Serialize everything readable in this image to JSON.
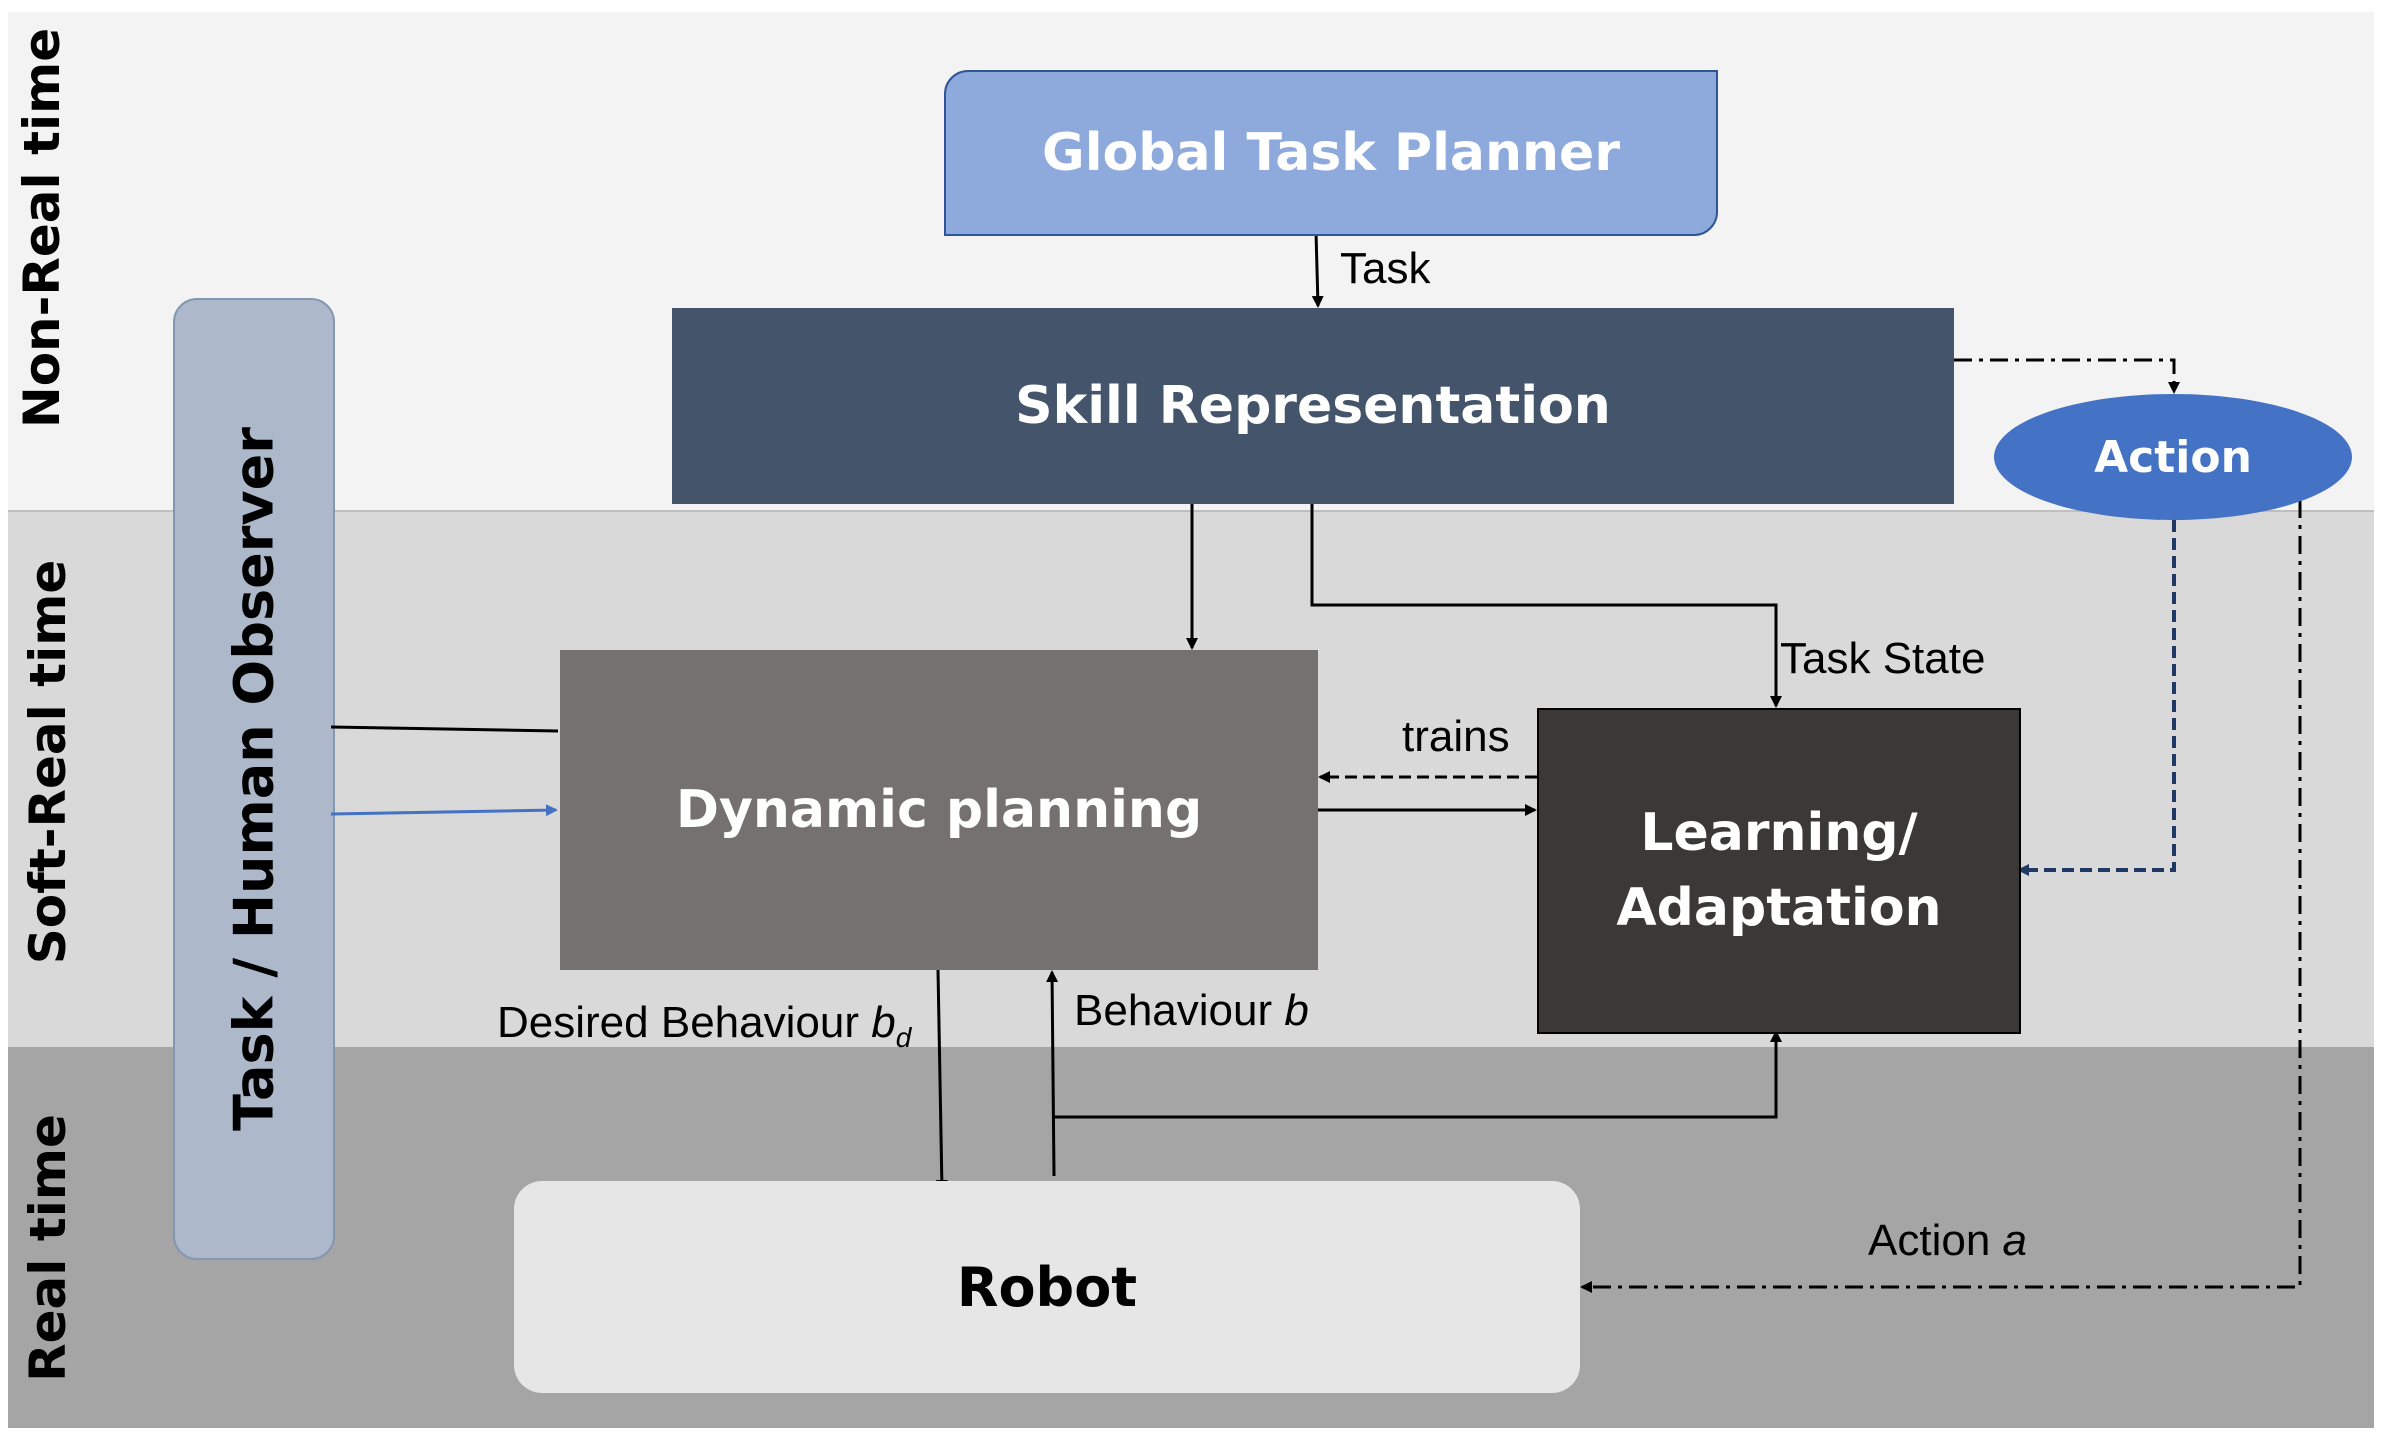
{
  "bands": {
    "non_real_time": "Non-Real time",
    "soft_real_time": "Soft-Real time",
    "real_time": "Real time"
  },
  "nodes": {
    "global_task_planner": "Global Task Planner",
    "skill_representation": "Skill Representation",
    "action": "Action",
    "dynamic_planning": "Dynamic planning",
    "learning_line1": "Learning/",
    "learning_line2": "Adaptation",
    "robot": "Robot",
    "observer": "Task / Human Observer"
  },
  "edge_labels": {
    "task": "Task",
    "task_state": "Task State",
    "trains": "trains",
    "desired_behaviour": "Desired Behaviour",
    "desired_symbol": "b",
    "desired_subscript": "d",
    "behaviour": "Behaviour",
    "behaviour_symbol": "b",
    "action_a": "Action",
    "action_symbol": "a"
  },
  "colors": {
    "planner_fill": "#8eaadc",
    "skill_fill": "#44546a",
    "action_fill": "#4472c4",
    "dynamic_fill": "#767171",
    "learning_fill": "#3b3838",
    "robot_fill": "#e7e6e6",
    "observer_fill": "#adb9ca",
    "blue_arrow": "#4472c4"
  }
}
